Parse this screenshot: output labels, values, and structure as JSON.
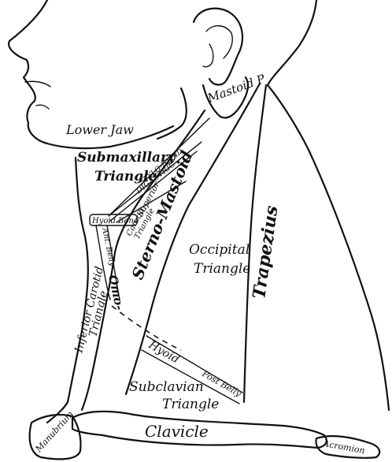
{
  "labels": {
    "mastoid": "Mastoid P",
    "lower_jaw": "Lower Jaw",
    "submaxillary_1": "Submaxillary",
    "submaxillary_2": "Triangle",
    "stylo_hyoid": "STYLO-HYOID",
    "digastric": "DIGASTRIC",
    "sterno_mastoid": "Sterno-Mastoid",
    "superior": "Superior",
    "carotid_1": "Carotid",
    "carotid_2": "Triangle",
    "hyoid_bone": "Hyoid Bone",
    "ant_belly": "Ant. Belly",
    "omo": "Omo-",
    "occipital_1": "Occipital",
    "occipital_2": "Triangle",
    "trapezius": "Trapezius",
    "inferior_carotid_1": "Inferior Carotid",
    "inferior_carotid_2": "Triangle",
    "hyoid": "Hyoid",
    "post_belly": "Post Belly",
    "subclavian_1": "Subclavian",
    "subclavian_2": "Triangle",
    "manubrium": "Manubrium",
    "clavicle": "Clavicle",
    "acromion": "Acromion"
  },
  "colors": {
    "ink": "#111111",
    "paper": "#ffffff"
  }
}
